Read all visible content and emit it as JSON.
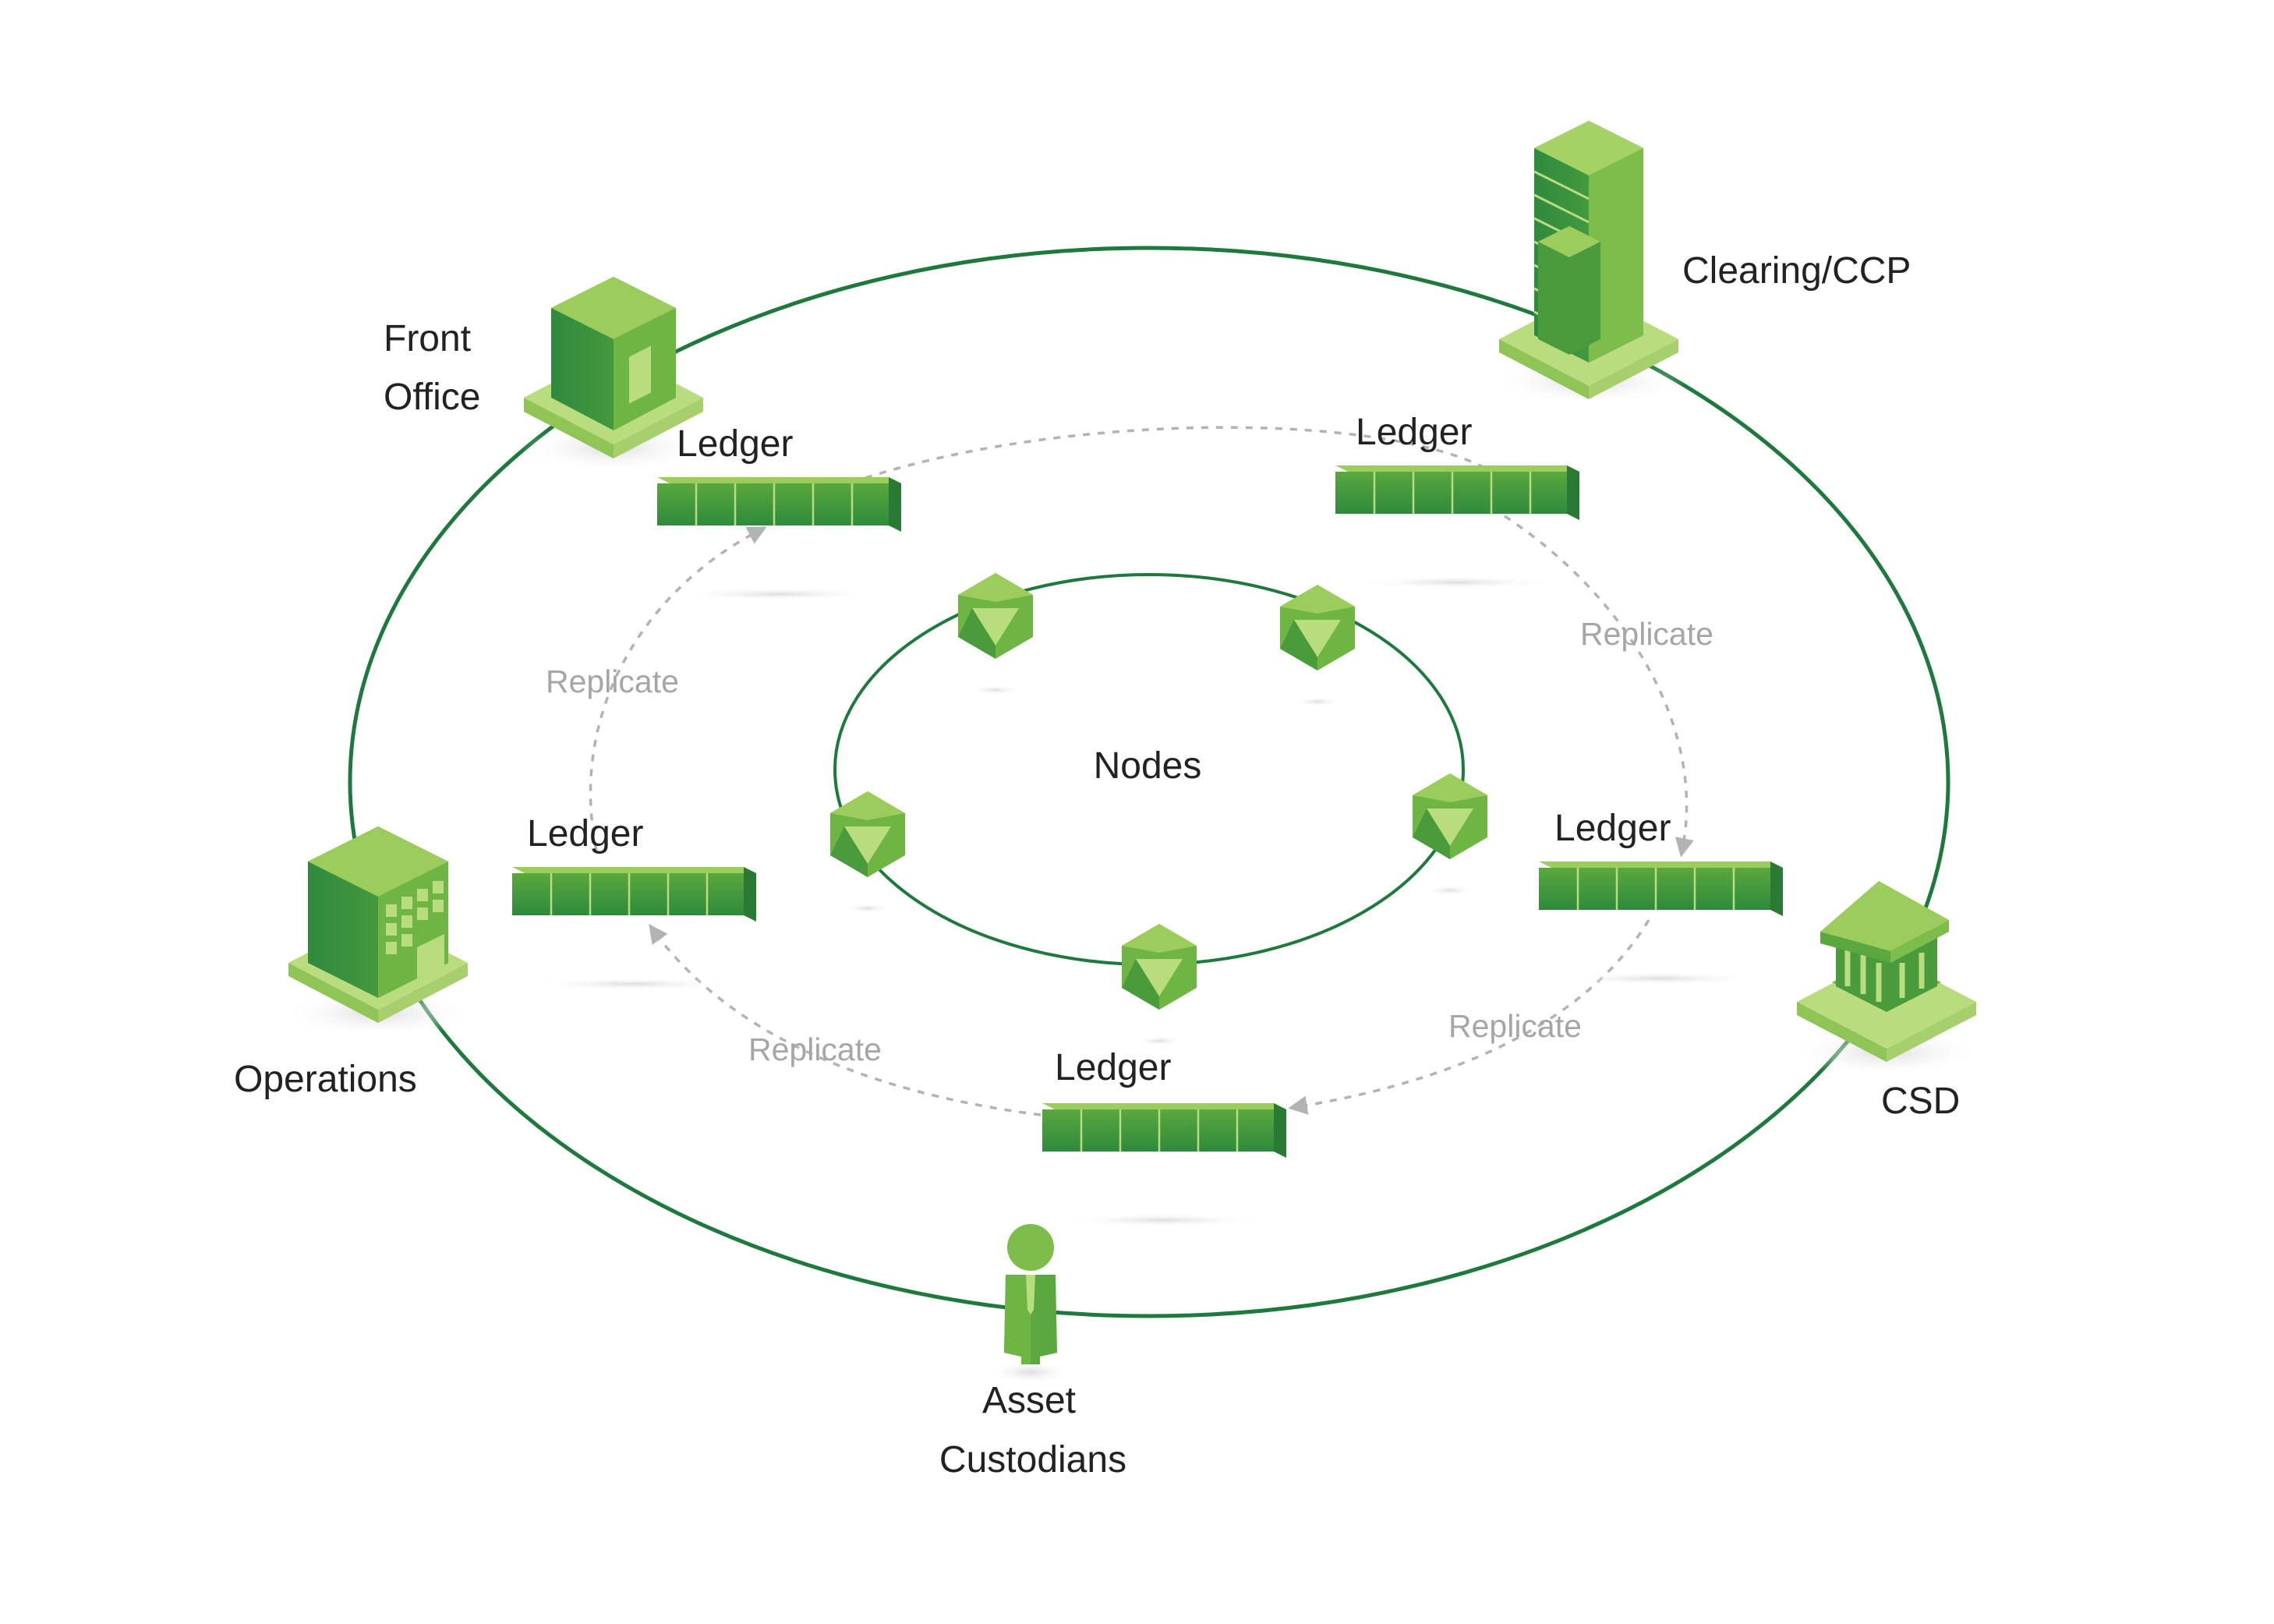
{
  "participants": {
    "front_office": {
      "line1": "Front",
      "line2": "Office"
    },
    "clearing": {
      "label": "Clearing/CCP"
    },
    "operations": {
      "label": "Operations"
    },
    "csd": {
      "label": "CSD"
    },
    "asset_custodians": {
      "line1": "Asset",
      "line2": "Custodians"
    }
  },
  "ledgers": [
    {
      "label": "Ledger"
    },
    {
      "label": "Ledger"
    },
    {
      "label": "Ledger"
    },
    {
      "label": "Ledger"
    },
    {
      "label": "Ledger"
    }
  ],
  "replicate_labels": [
    "Replicate",
    "Replicate",
    "Replicate",
    "Replicate"
  ],
  "center": {
    "label": "Nodes"
  },
  "colors": {
    "ring": "#1e7a3c",
    "green_light": "#9ccc5c",
    "green_mid": "#6fb544",
    "green_dark": "#2f8a3e",
    "arrow": "#b3b3b3"
  },
  "icons": {
    "front_office": "office-building-icon",
    "clearing": "skyscraper-icon",
    "operations": "factory-building-icon",
    "csd": "bank-icon",
    "asset_custodians": "person-icon",
    "nodes": "icosahedron-node-icon",
    "ledger": "ledger-blocks-icon"
  }
}
